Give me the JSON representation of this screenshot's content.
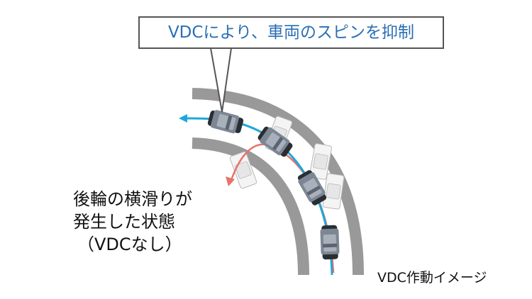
{
  "callout": {
    "text": "VDCにより、車両のスピンを抑制"
  },
  "side_label": {
    "lines": [
      "後輪の横滑りが",
      "発生した状態",
      "（VDCなし）"
    ]
  },
  "caption": {
    "text": "VDC作動イメージ"
  },
  "colors": {
    "vdc_path": "#1ea8d8",
    "no_vdc_path": "#e8736a",
    "road": "#999999",
    "callout_text": "#2b6fb5"
  },
  "icons": {
    "car": "car-top-view-icon",
    "ghost_car": "car-ghost-icon",
    "arrow": "arrow-head-icon"
  }
}
